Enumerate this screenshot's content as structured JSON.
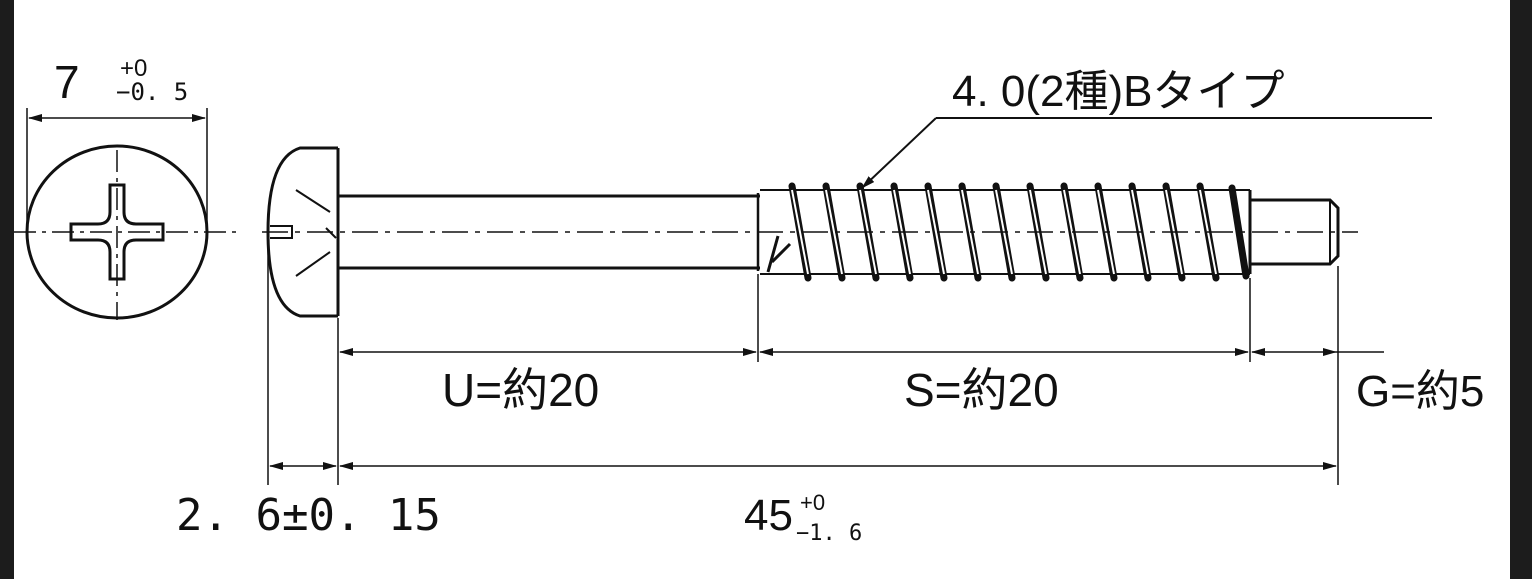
{
  "dims": {
    "head_diameter": "7",
    "head_diameter_tol_upper": "+0",
    "head_diameter_tol_lower": "−0. 5",
    "thread_spec": "4. 0(2種)Bタイプ",
    "unthreaded_length": "U=約20",
    "thread_length": "S=約20",
    "tip_length": "G=約5",
    "head_height": "2. 6±0. 15",
    "total_length": "45",
    "total_length_tol_upper": "+0",
    "total_length_tol_lower": "−1. 6"
  },
  "colors": {
    "line": "#111111",
    "paper": "#ffffff",
    "frame": "#1c1c1c"
  }
}
